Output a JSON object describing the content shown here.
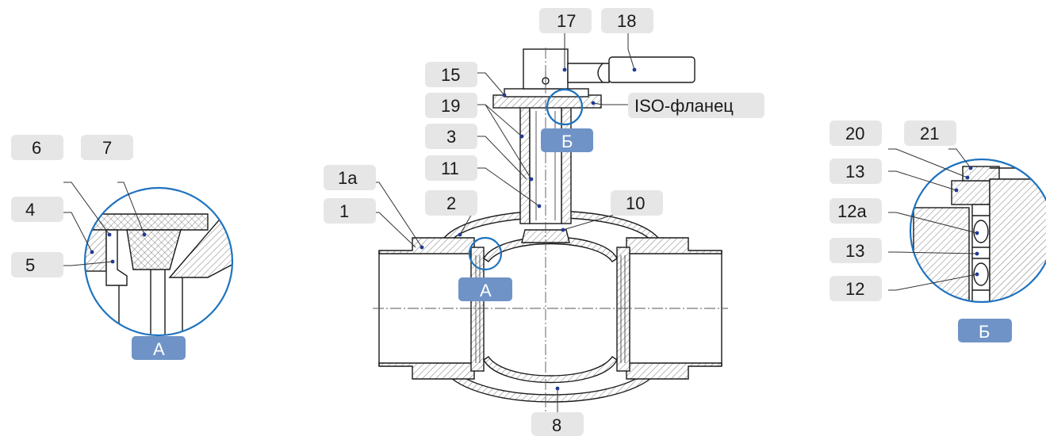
{
  "labels": {
    "l1": "1",
    "l1a": "1а",
    "l2": "2",
    "l3": "3",
    "l4": "4",
    "l5": "5",
    "l6": "6",
    "l7": "7",
    "l8": "8",
    "l10": "10",
    "l11": "11",
    "l12": "12",
    "l12a": "12а",
    "l13a": "13",
    "l13b": "13",
    "l15": "15",
    "l17": "17",
    "l18": "18",
    "l19": "19",
    "l20": "20",
    "l21": "21",
    "iso": "ISO-фланец"
  },
  "views": {
    "a_main": "А",
    "a_detail": "А",
    "b_main": "Б",
    "b_detail": "Б"
  },
  "colors": {
    "label_bg": "#e6e6e6",
    "view_label_bg": "#6f93c6",
    "detail_ring": "#1e73be",
    "leader_dot": "#1f3a93"
  }
}
